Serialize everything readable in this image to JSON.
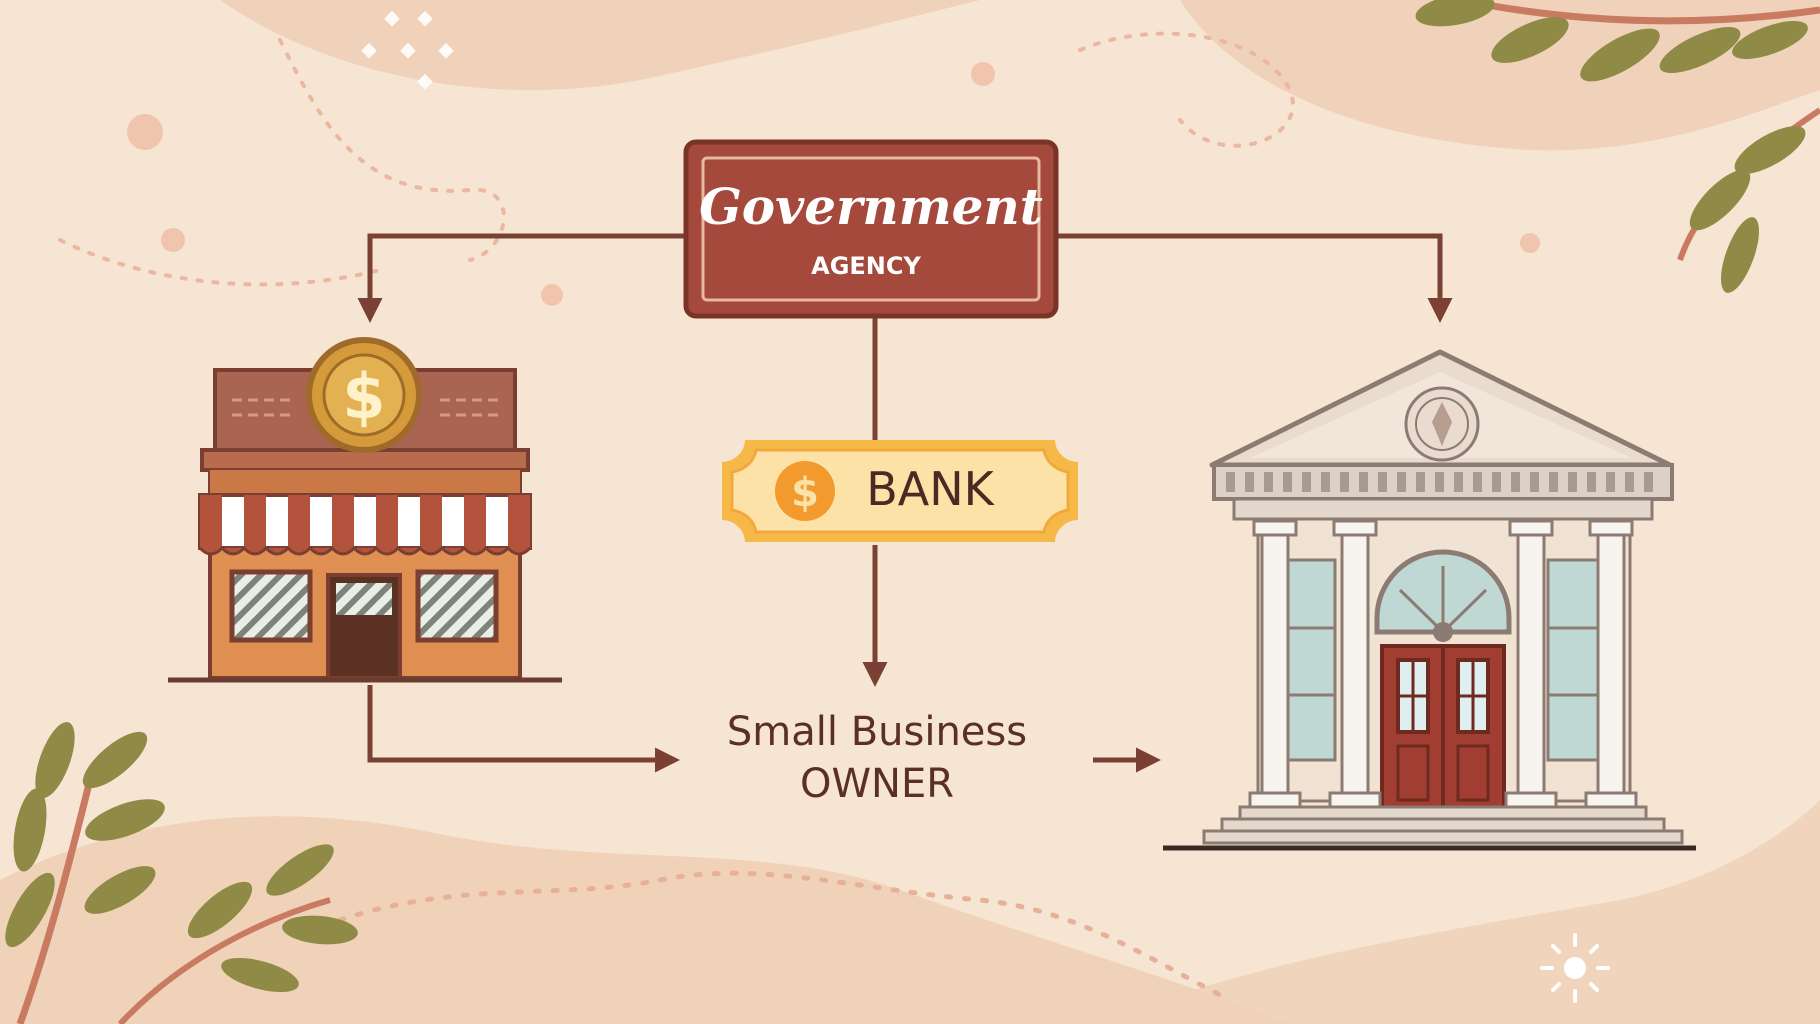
{
  "diagram": {
    "government": {
      "title": "Government",
      "subtitle": "AGENCY"
    },
    "bank_sign": {
      "label": "BANK",
      "symbol": "$"
    },
    "store_coin": {
      "symbol": "$"
    },
    "owner": {
      "line1": "Small Business",
      "line2": "OWNER"
    }
  },
  "palette": {
    "background": "#f6e5d3",
    "arrow": "#7a4033",
    "government_fill": "#a4493b",
    "bank_fill": "#fbd48e",
    "store_wall": "#df8f52",
    "leaf": "#8f8a45"
  },
  "icons": [
    "storefront-icon",
    "coin-icon",
    "bank-building-icon",
    "leaf-branch-icon",
    "sparkle-icon"
  ]
}
